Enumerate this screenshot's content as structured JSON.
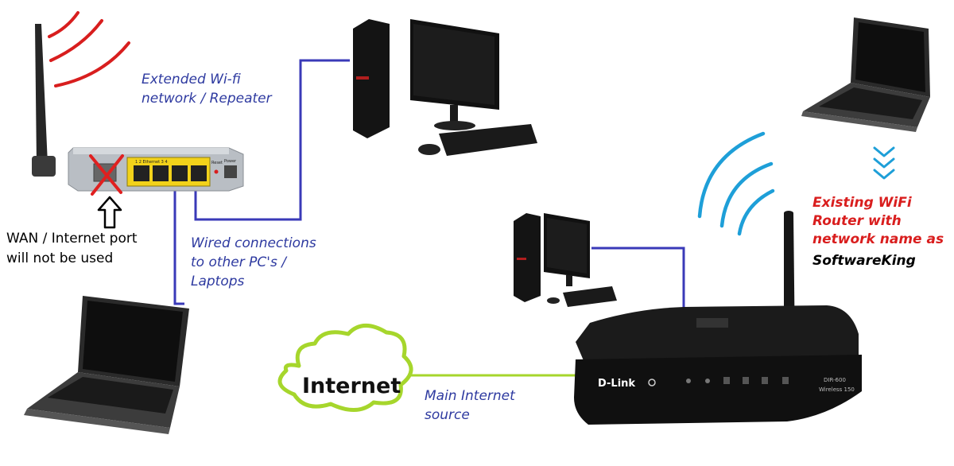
{
  "labels": {
    "repeater": "Extended Wi-fi\nnetwork / Repeater",
    "wan_port": "WAN / Internet port\nwill not be used",
    "wired": "Wired connections\nto other PC's /\nLaptops",
    "existing_router": "Existing WiFi\nRouter with\nnetwork name as",
    "network_name": "SoftwareKing",
    "internet": "Internet",
    "main_source": "Main Internet\nsource",
    "dlink_brand": "D-Link",
    "router_model": "DIR-600",
    "router_sub": "Wireless 150",
    "repeater_ports": "1   2  Ethernet  3   4",
    "reset": "Reset",
    "power": "Power"
  },
  "colors": {
    "wired_link": "#3a3ab8",
    "internet_link": "#a6d62c",
    "repeater_wifi": "#d81e1e",
    "router_wifi": "#1e9fd8",
    "cross": "#e02020",
    "port_panel": "#f2d21a"
  },
  "icons": [
    "wifi-wave-icon",
    "cross-mark-icon",
    "up-arrow-icon",
    "down-chevrons-icon",
    "cloud-icon"
  ]
}
